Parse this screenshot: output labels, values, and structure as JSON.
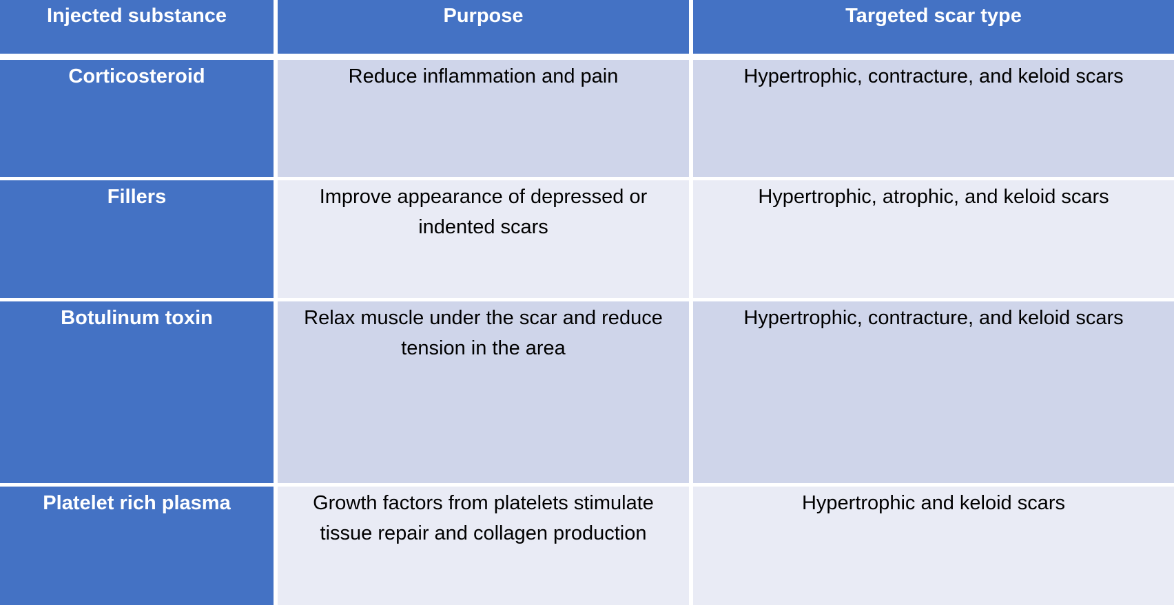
{
  "theme": {
    "header_bg": "#4472C4",
    "first_column_bg": "#4472C4",
    "band_dark": "#CFD5EA",
    "band_light": "#E9EBF5",
    "gutter_color": "#FFFFFF",
    "header_text_color": "#FFFFFF",
    "body_text_color": "#000000"
  },
  "table": {
    "columns": [
      "Injected substance",
      "Purpose",
      "Targeted scar type"
    ],
    "rows": [
      {
        "substance": "Corticosteroid",
        "purpose_lines": [
          "Reduce inflammation and pain",
          ""
        ],
        "target": "Hypertrophic, contracture, and keloid scars"
      },
      {
        "substance": "Fillers",
        "purpose_lines": [
          "Improve appearance of depressed or",
          "indented scars"
        ],
        "target": "Hypertrophic, atrophic, and keloid scars"
      },
      {
        "substance": "Botulinum toxin",
        "purpose_lines": [
          "Relax muscle under the scar and reduce",
          "tension in the area"
        ],
        "target": "Hypertrophic, contracture, and keloid scars"
      },
      {
        "substance": "Platelet rich plasma",
        "purpose_lines": [
          "Growth factors from platelets stimulate",
          "tissue repair and collagen production"
        ],
        "target": "Hypertrophic and keloid scars"
      }
    ]
  },
  "chart_data": {
    "type": "table",
    "columns": [
      "Injected substance",
      "Purpose",
      "Targeted scar type"
    ],
    "rows": [
      [
        "Corticosteroid",
        "Reduce inflammation and pain",
        "Hypertrophic, contracture, and keloid scars"
      ],
      [
        "Fillers",
        "Improve appearance of depressed or indented scars",
        "Hypertrophic, atrophic, and keloid scars"
      ],
      [
        "Botulinum toxin",
        "Relax muscle under the scar and reduce tension in the area",
        "Hypertrophic, contracture, and keloid scars"
      ],
      [
        "Platelet rich plasma",
        "Growth factors from platelets stimulate tissue repair and collagen production",
        "Hypertrophic and keloid scars"
      ]
    ],
    "layout": {
      "header_fill": "#4472C4",
      "first_column_fill": "#4472C4",
      "banded_row_fills": [
        "#CFD5EA",
        "#E9EBF5"
      ],
      "header_font_color": "#FFFFFF",
      "body_font_color": "#000000",
      "grid": "white gutters between cells"
    }
  }
}
